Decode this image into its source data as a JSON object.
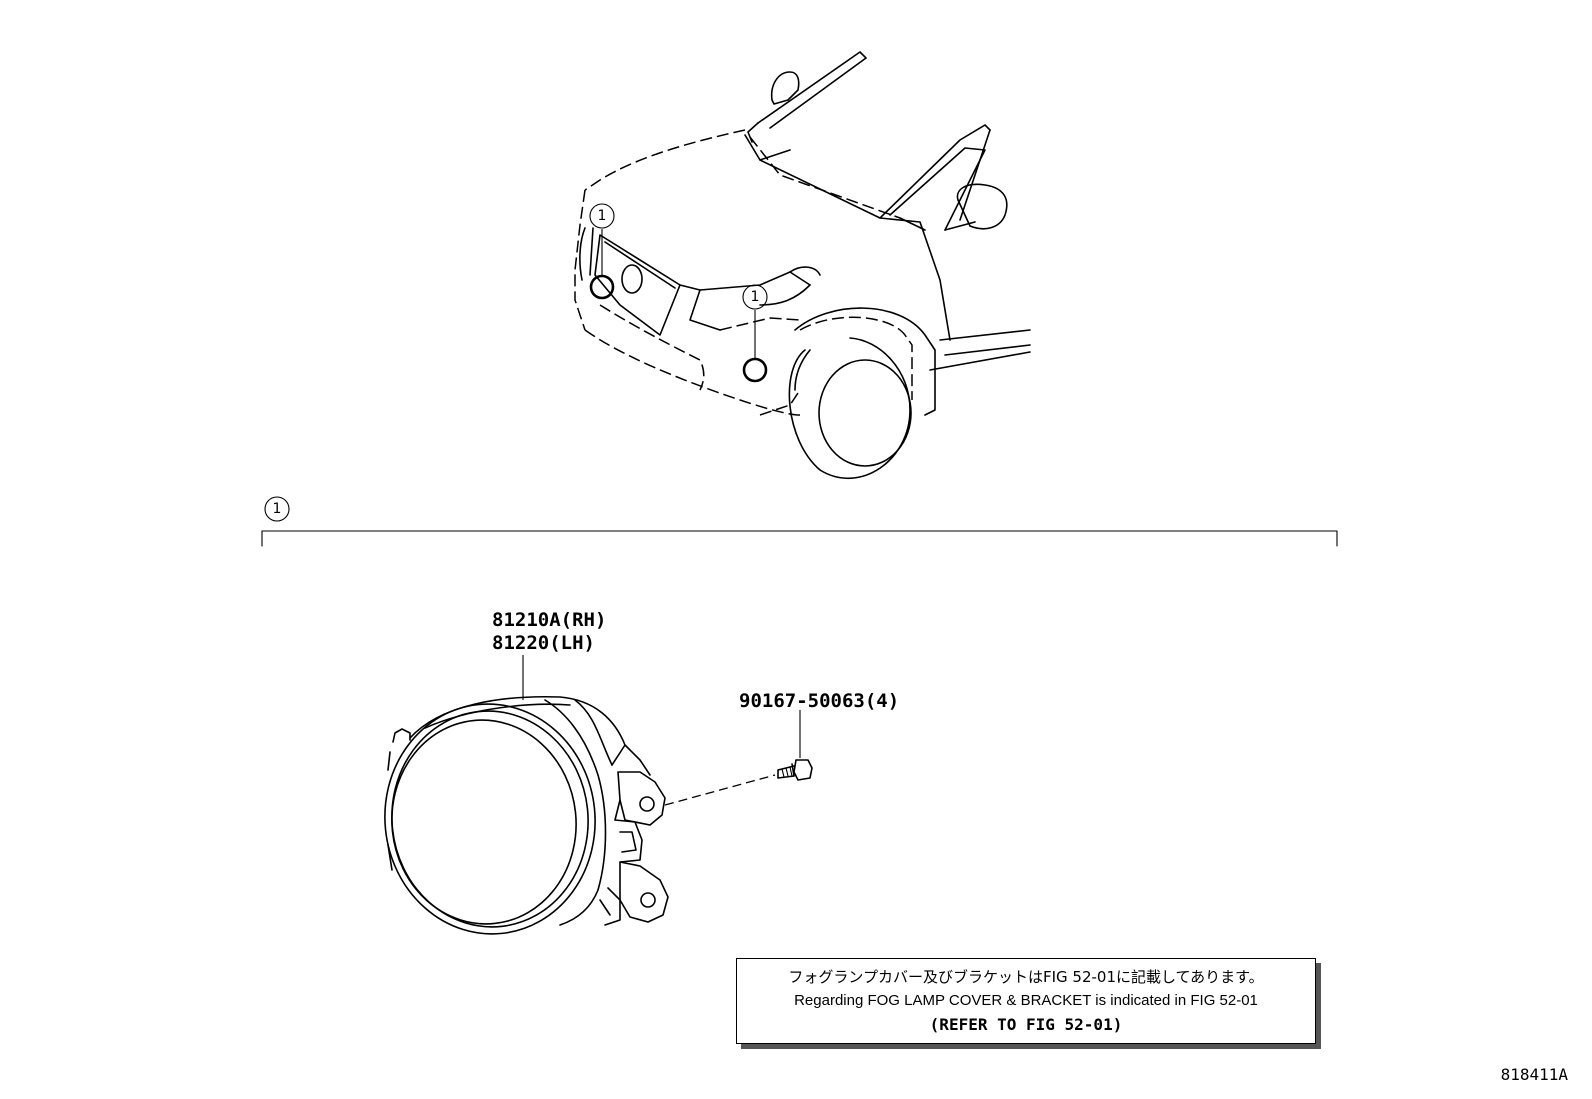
{
  "callouts": {
    "car_upper": "1",
    "car_lower": "1",
    "group": "1"
  },
  "parts": {
    "fog_lamp_rh": "81210A(RH)",
    "fog_lamp_lh": "81220(LH)",
    "screw": "90167-50063(4)"
  },
  "note": {
    "japanese": "フォグランプカバー及びブラケットはFIG 52-01に記載してあります。",
    "english": "Regarding FOG LAMP COVER & BRACKET is indicated in FIG 52-01",
    "reference": "(REFER TO FIG 52-01)"
  },
  "figure_id": "818411A"
}
